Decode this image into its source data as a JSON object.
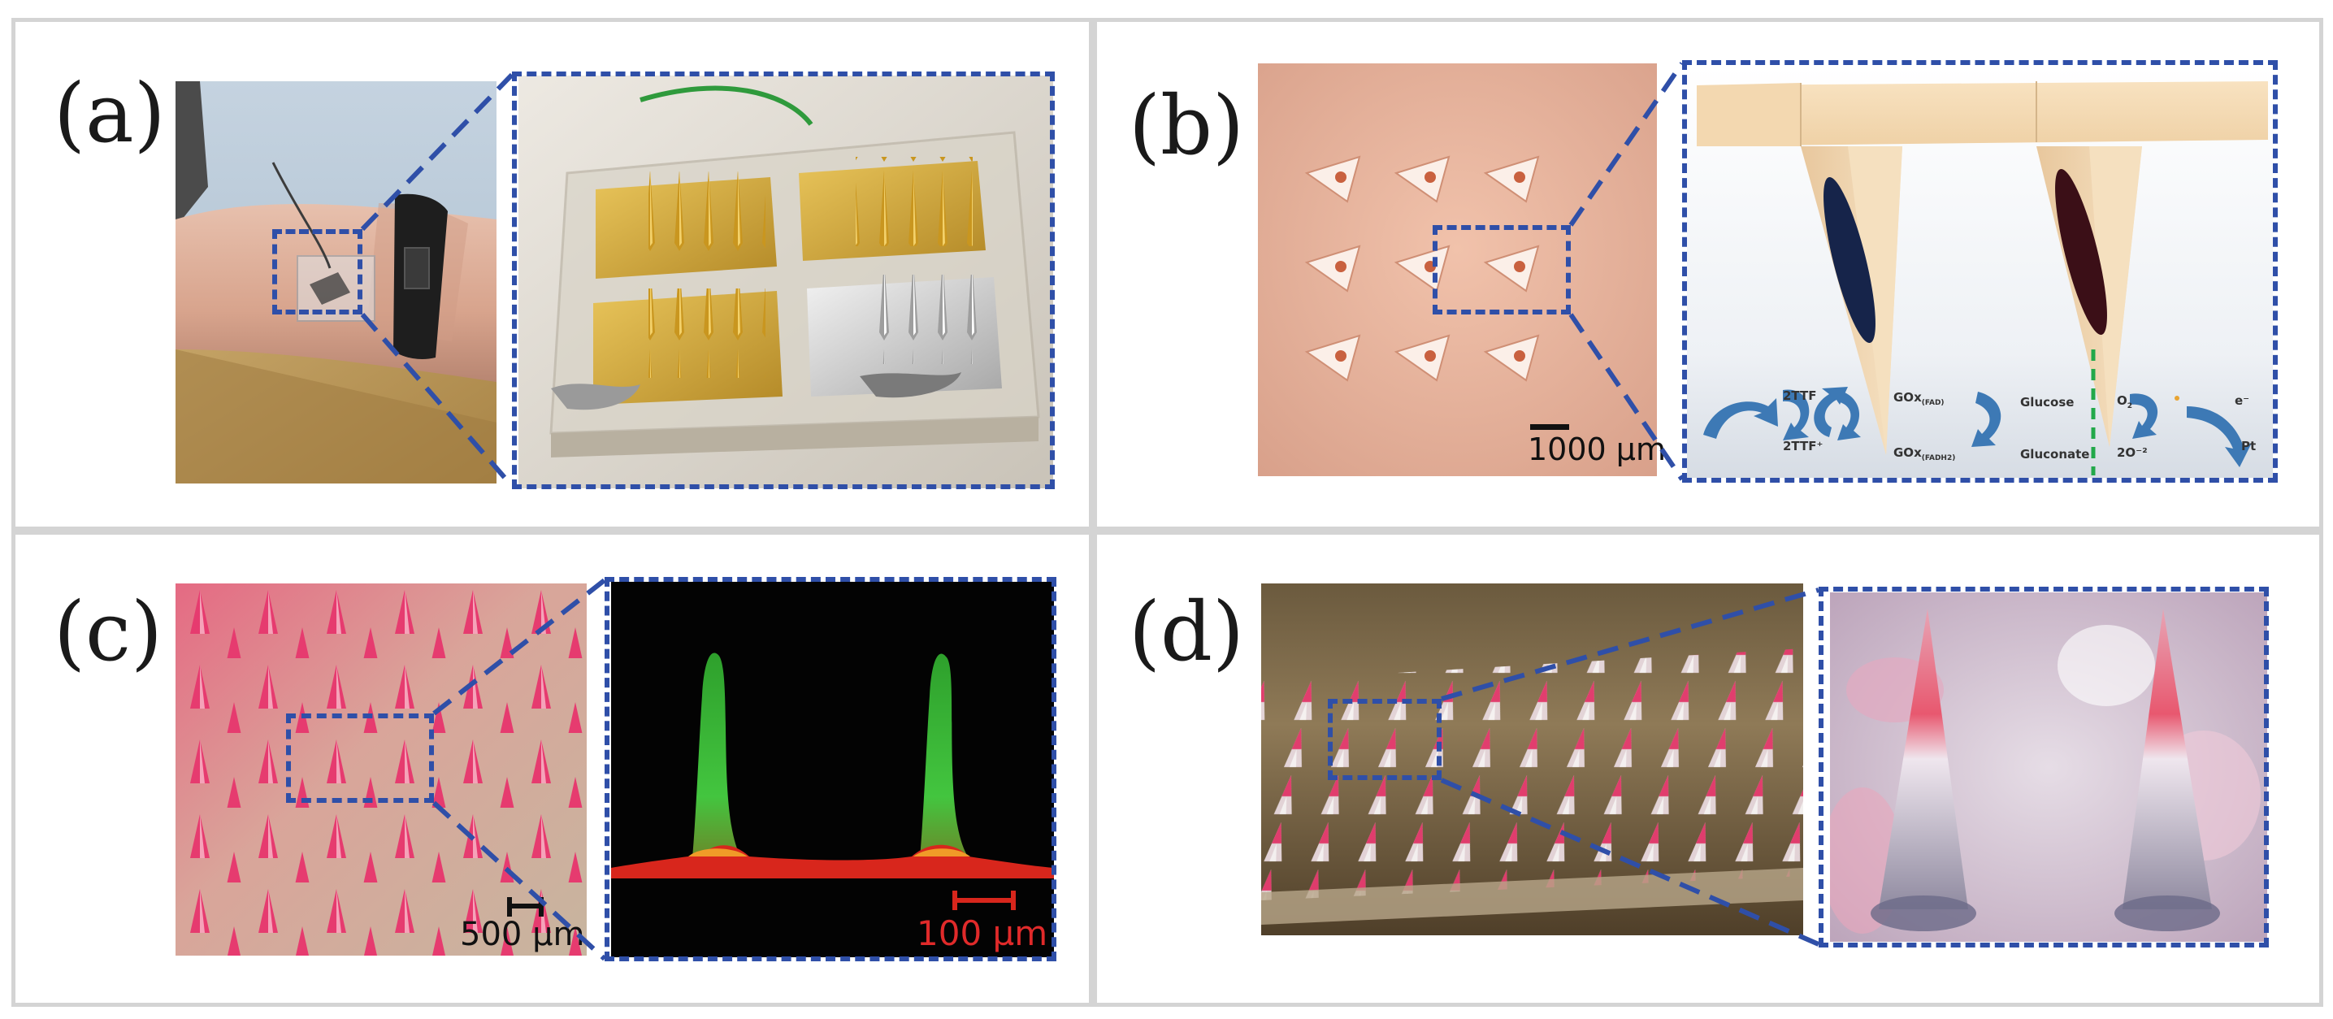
{
  "panels": {
    "a": {
      "label": "(a)"
    },
    "b": {
      "label": "(b)",
      "scale_bar": "1000 µm",
      "reaction": {
        "ttf": "2TTF",
        "ttf_plus": "2TTF⁺",
        "gox_fad": "GOx",
        "gox_fad_sub": "(FAD)",
        "gox_fadh2": "GOx",
        "gox_fadh2_sub": "(FADH2)",
        "glucose": "Glucose",
        "gluconate": "Gluconate",
        "o2": "O",
        "o2_sub": "2",
        "electron": "e⁻",
        "o2_minus": "2O⁻²",
        "pt": "Pt"
      }
    },
    "c": {
      "label": "(c)",
      "scale_bar_left": "500 µm",
      "scale_bar_right": "100 µm"
    },
    "d": {
      "label": "(d)"
    }
  },
  "colors": {
    "border": "#d4d4d4",
    "dash": "#2f4fa8",
    "arrow": "#3d79b5",
    "green_fluor": "#39c23a",
    "red_fluor": "#d8261c",
    "pink_needle": "#e63b6f"
  }
}
